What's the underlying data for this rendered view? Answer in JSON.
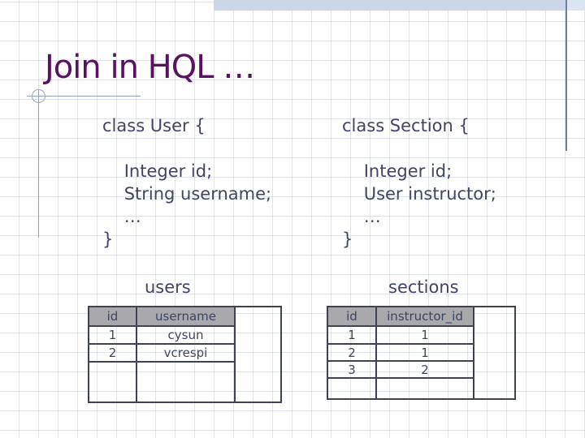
{
  "slide": {
    "title": "Join in HQL …",
    "code": {
      "user": "class User {\n\n    Integer id;\n    String username;\n    …\n}",
      "section": "class Section {\n\n    Integer id;\n    User instructor;\n    …\n}"
    },
    "tables": {
      "users": {
        "caption": "users",
        "headers": [
          "id",
          "username"
        ],
        "rows": [
          [
            "1",
            "cysun"
          ],
          [
            "2",
            "vcrespi"
          ]
        ]
      },
      "sections": {
        "caption": "sections",
        "headers": [
          "id",
          "instructor_id"
        ],
        "rows": [
          [
            "1",
            "1"
          ],
          [
            "2",
            "1"
          ],
          [
            "3",
            "2"
          ]
        ]
      }
    },
    "colors": {
      "title_text": "#5a1164",
      "body_text": "#3f4566",
      "table_border": "#3e4354",
      "table_header_bg": "#a9a9ac",
      "accent_band": "#ccd6e8",
      "accent_band_light": "#dde4f1",
      "accent_line": "#6c82a4",
      "decoration_line": "#8fa3c2"
    }
  }
}
